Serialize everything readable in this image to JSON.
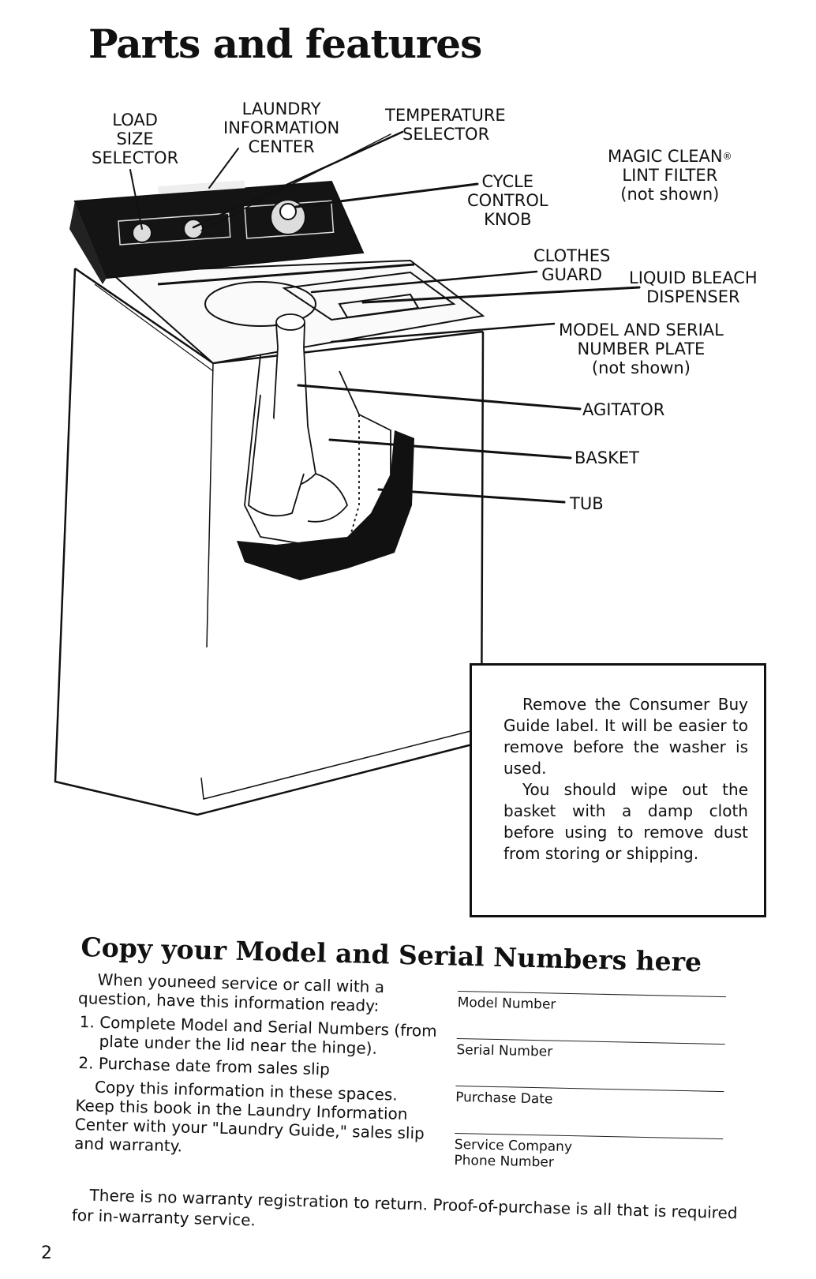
{
  "page": {
    "title": "Parts and features",
    "page_number": "2"
  },
  "callouts": {
    "load_size_selector": "LOAD\nSIZE\nSELECTOR",
    "laundry_information_center": "LAUNDRY\nINFORMATION\nCENTER",
    "temperature_selector_1": "TEMPERATURE",
    "temperature_selector_2": "SELECTOR",
    "cycle_control_knob": "CYCLE\nCONTROL\nKNOB",
    "magic_clean_1": "MAGIC CLEAN",
    "magic_clean_mark": "®",
    "magic_clean_2": "LINT FILTER",
    "magic_clean_3": "(not shown)",
    "clothes_guard": "CLOTHES\nGUARD",
    "liquid_bleach_dispenser": "LIQUID BLEACH\nDISPENSER",
    "model_serial_plate_1": "MODEL AND SERIAL\nNUMBER PLATE",
    "model_serial_plate_2": "(not shown)",
    "agitator": "AGITATOR",
    "basket": "BASKET",
    "tub": "TUB"
  },
  "notice": {
    "paragraph_1": "Remove the Consumer Buy Guide label. It will be easier to remove before the washer is used.",
    "paragraph_2": "You should wipe out the basket with a damp cloth before using to remove dust from storing or shipping."
  },
  "copy_section": {
    "title": "Copy your Model and Serial Numbers here",
    "intro": "When youneed service or call with a question, have this information ready:",
    "steps": [
      "Complete Model and Serial Numbers (from plate under the lid near the hinge).",
      "Purchase date from sales slip"
    ],
    "instructions": "Copy this information in these spaces. Keep this book in the Laundry Information Center with your \"Laundry Guide,\" sales slip and warranty.",
    "fields": [
      "Model Number",
      "Serial Number",
      "Purchase Date",
      "Service Company\nPhone Number"
    ],
    "footer": "There is no warranty registration to return. Proof-of-purchase is all that is required for in-warranty service."
  }
}
